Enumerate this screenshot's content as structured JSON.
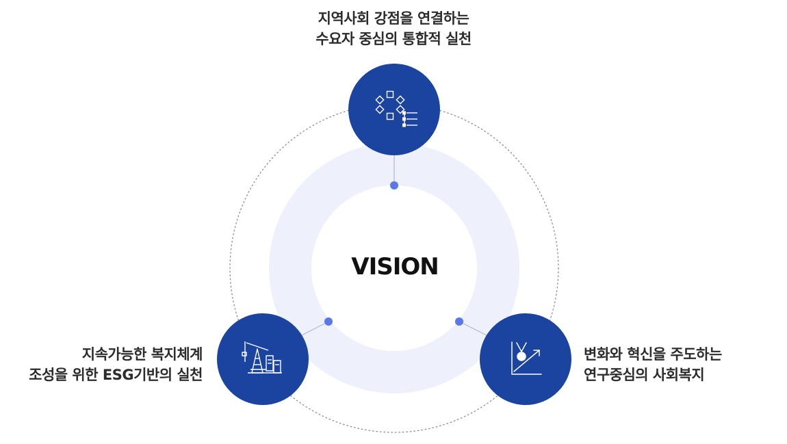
{
  "vision": {
    "title": "VISION"
  },
  "pillars": {
    "top": {
      "line1": "지역사회 강점을 연결하는",
      "line2": "수요자 중심의 통합적 실천",
      "icon": "network-nodes-icon"
    },
    "left": {
      "line1": "지속가능한 복지체계",
      "line2": "조성을 위한 ESG기반의 실천",
      "icon": "pump-jack-icon"
    },
    "right": {
      "line1": "변화와 혁신을 주도하는",
      "line2": "연구중심의 사회복지",
      "icon": "medal-growth-icon"
    }
  },
  "colors": {
    "node_fill": "#1a449f",
    "ring_fill": "#eef1fc",
    "dot_fill": "#5a78ea",
    "connector": "#b0b8c8",
    "orbit": "#8a8a8a"
  }
}
